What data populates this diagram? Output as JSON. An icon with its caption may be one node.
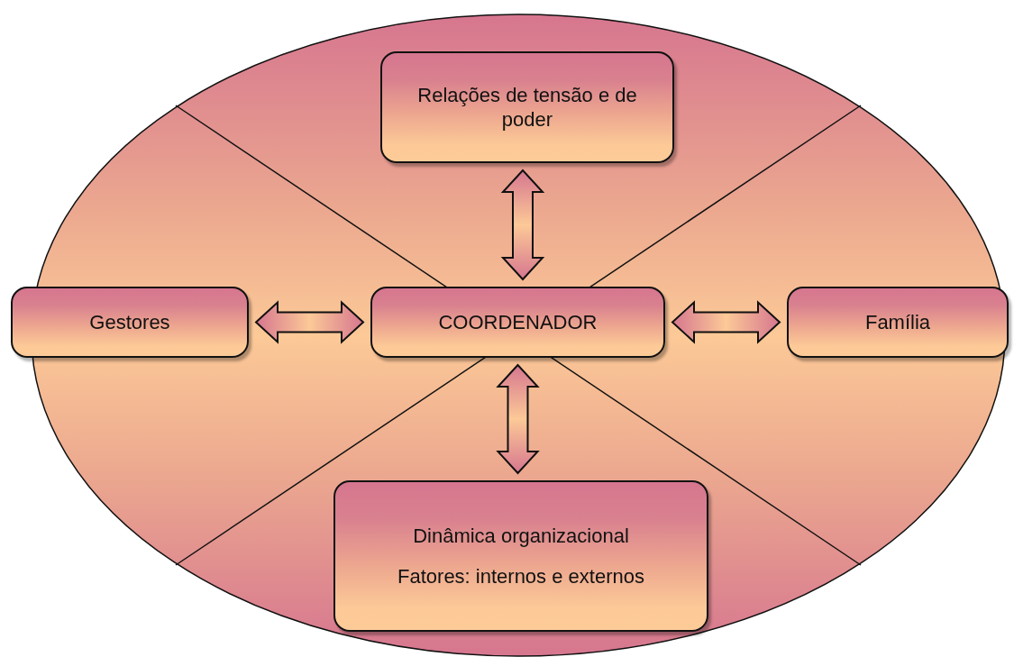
{
  "diagram": {
    "nodes": [
      {
        "text": [
          "Relações de tensão e de poder"
        ]
      },
      {
        "text": [
          "Gestores"
        ]
      },
      {
        "text": [
          "COORDENADOR"
        ]
      },
      {
        "text": [
          "Família"
        ]
      },
      {
        "text": [
          "Dinâmica organizacional",
          "Fatores: internos e externos"
        ]
      }
    ],
    "edges": [
      {
        "from": 2,
        "to": 0,
        "arrow": "both"
      },
      {
        "from": 2,
        "to": 1,
        "arrow": "both"
      },
      {
        "from": 2,
        "to": 3,
        "arrow": "both"
      },
      {
        "from": 2,
        "to": 4,
        "arrow": "both"
      }
    ]
  }
}
